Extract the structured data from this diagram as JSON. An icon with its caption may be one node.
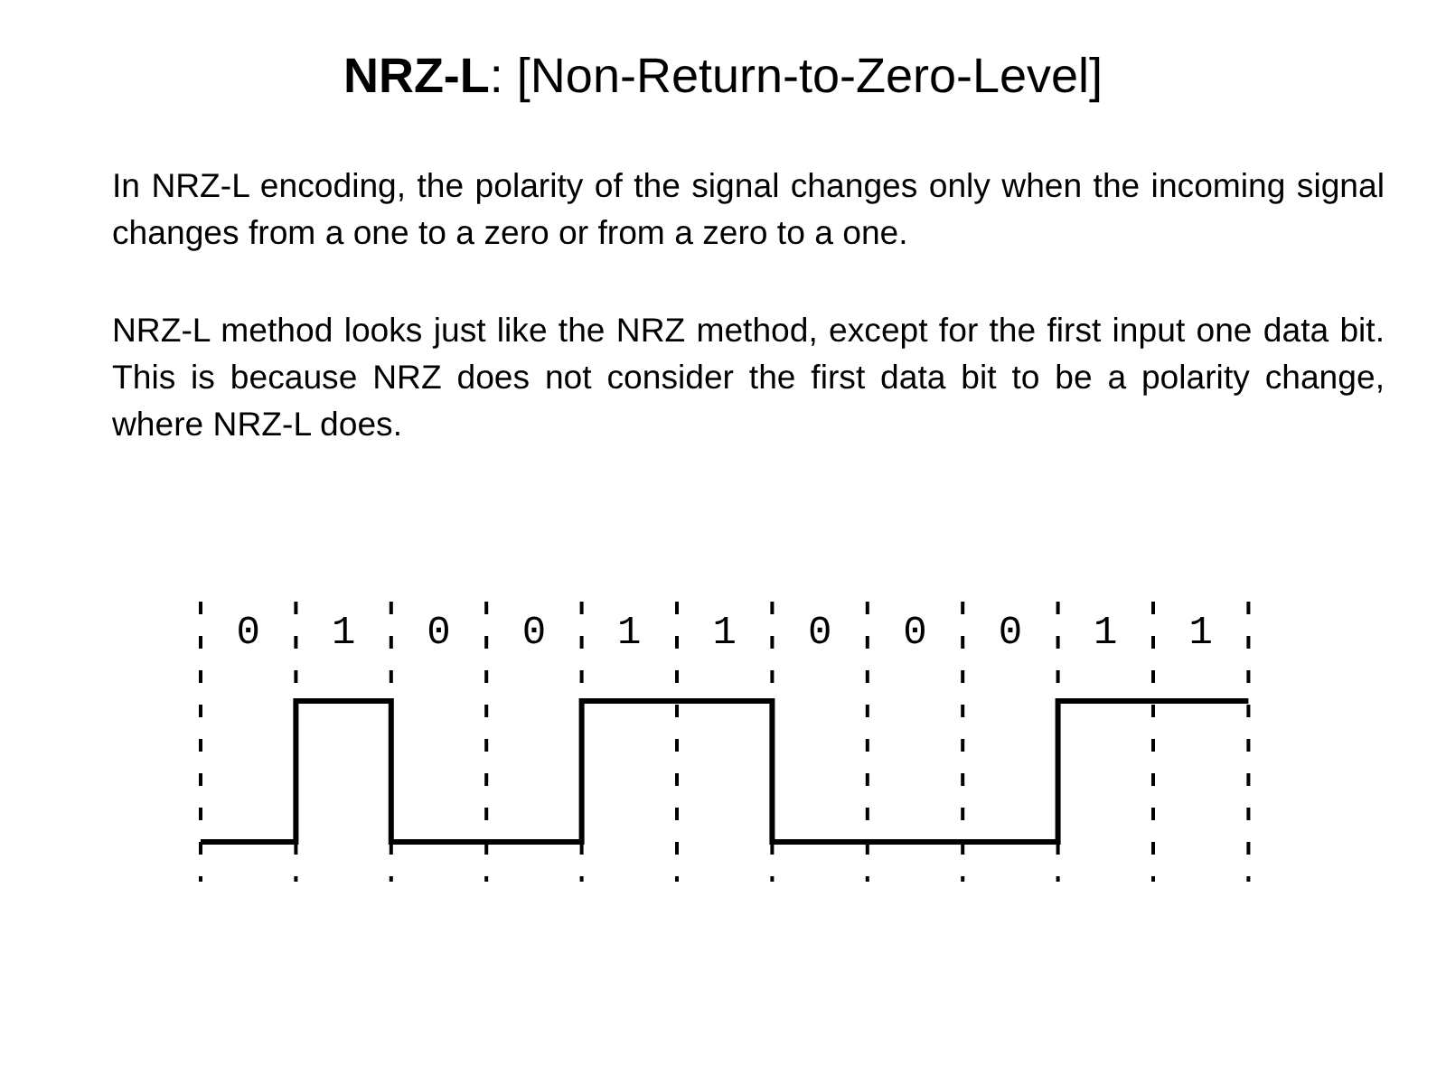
{
  "diagram": {
    "title": "**NRZ-L**: [Non-Return-to-Zero-Level]",
    "labels": [
      "In NRZ-L encoding, the polarity of the signal changes only when the incoming signal changes from a one to a zero or from a zero to a one.",
      "NRZ-L method looks just like the NRZ method, except for the first input one data bit. This is because NRZ does not consider the first data bit to be a polarity change, where NRZ-L does.",
      "0",
      "1",
      "0",
      "0",
      "1",
      "1",
      "0",
      "0",
      "0",
      "1",
      "1"
    ]
  }
}
